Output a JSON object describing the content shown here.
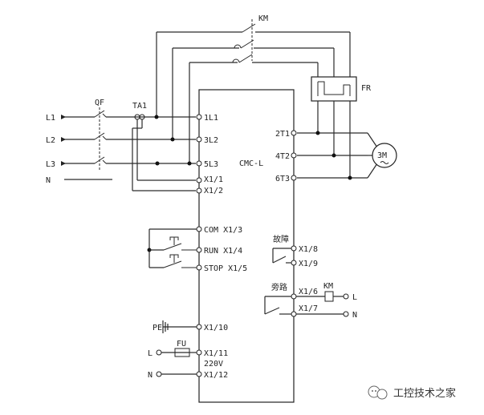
{
  "labels": {
    "km_top": "KM",
    "fr": "FR",
    "qf": "QF",
    "ta1": "TA1",
    "l1": "L1",
    "l2": "L2",
    "l3": "L3",
    "n": "N",
    "motor": "3M",
    "controller": "CMC-L",
    "t_1l1": "1L1",
    "t_3l2": "3L2",
    "t_5l3": "5L3",
    "t_x11": "X1/1",
    "t_x12": "X1/2",
    "t_2t1": "2T1",
    "t_4t2": "4T2",
    "t_6t3": "6T3",
    "com": "COM  X1/3",
    "run": "RUN  X1/4",
    "stop": "STOP X1/5",
    "fault": "故障",
    "x18": "X1/8",
    "x19": "X1/9",
    "bypass": "旁路",
    "x16": "X1/6",
    "km_small": "KM",
    "x17": "X1/7",
    "l_out": "L",
    "n_out": "N",
    "pe": "PE",
    "x110": "X1/10",
    "fu": "FU",
    "l_in": "L",
    "x111": "X1/11",
    "v220": "220V",
    "n_in": "N",
    "x112": "X1/12",
    "watermark": "工控技术之家"
  }
}
